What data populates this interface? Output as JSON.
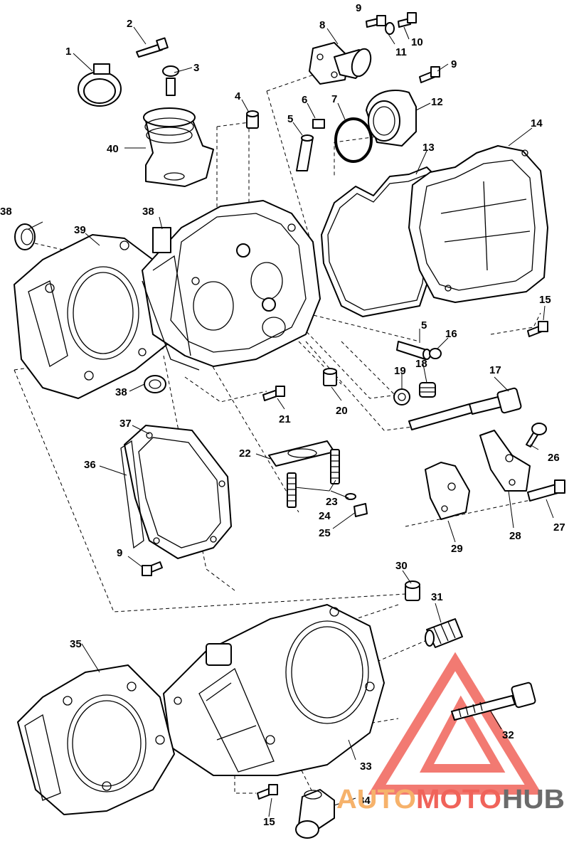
{
  "callouts": [
    "1",
    "2",
    "3",
    "4",
    "5",
    "6",
    "7",
    "8",
    "9",
    "10",
    "11",
    "12",
    "13",
    "14",
    "15",
    "16",
    "17",
    "18",
    "19",
    "20",
    "21",
    "22",
    "23",
    "24",
    "25",
    "26",
    "27",
    "28",
    "29",
    "30",
    "31",
    "32",
    "33",
    "34",
    "35",
    "36",
    "37",
    "38",
    "39",
    "40"
  ],
  "watermark": {
    "part1": "AUTO",
    "part2": "MOTO",
    "part3": "HUB",
    "color_primary": "#f0635a",
    "color_secondary": "#f6b26b",
    "color_dark": "#6b6b6b",
    "logo_icon": "warning-triangle-logo-icon"
  }
}
